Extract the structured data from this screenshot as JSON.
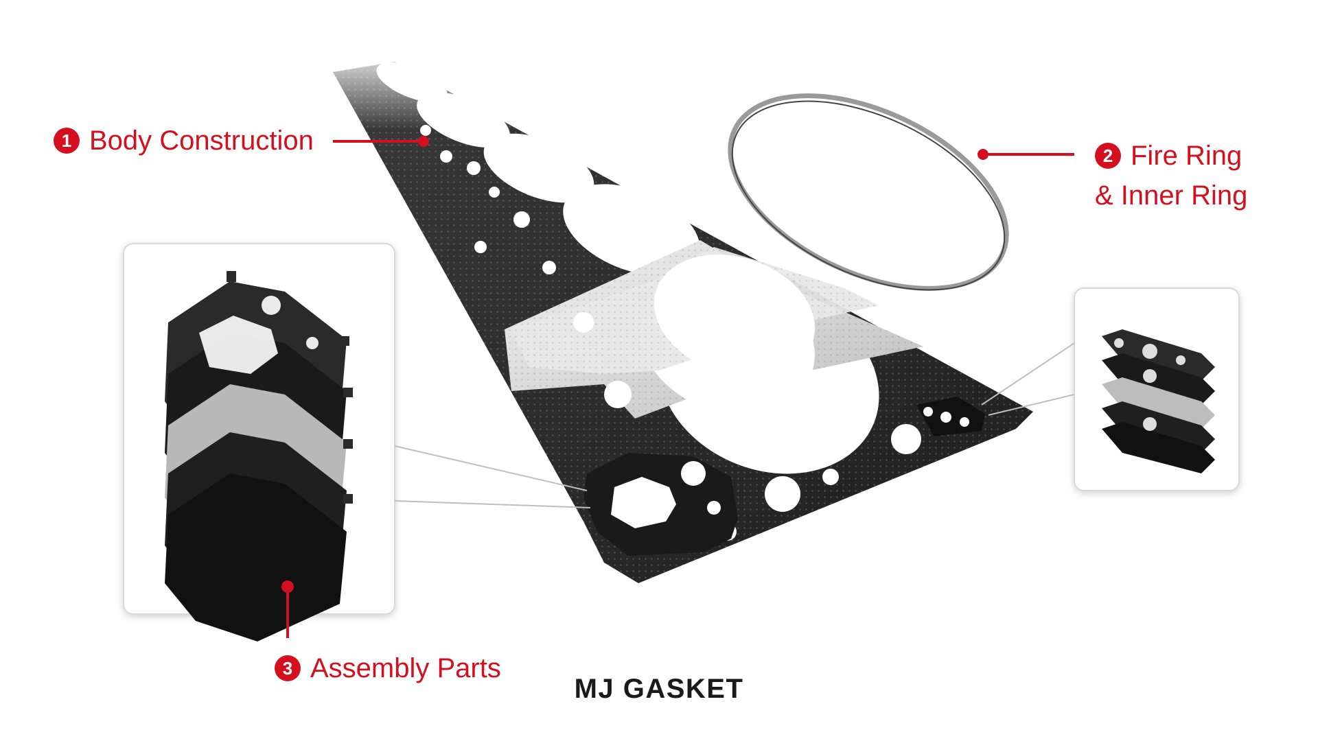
{
  "callouts": {
    "body_construction": {
      "number": "1",
      "label": "Body Construction"
    },
    "fire_ring": {
      "number": "2",
      "line1": "Fire Ring",
      "line2": "& Inner Ring"
    },
    "assembly_parts": {
      "number": "3",
      "label": "Assembly Parts"
    }
  },
  "title": "MJ GASKET",
  "colors": {
    "accent": "#d4101e",
    "gasket_dark": "#2a2a2a",
    "gasket_light": "#d9d9d9",
    "title": "#1a1a1a"
  }
}
